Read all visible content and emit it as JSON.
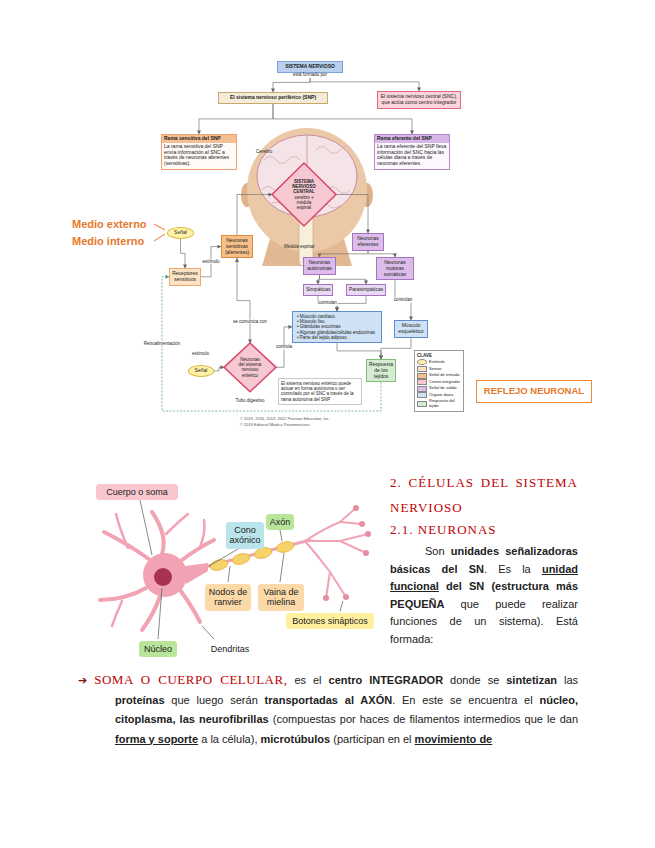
{
  "diagram": {
    "nodes": [
      {
        "text": [
          "SISTEMA NERVIOSO"
        ]
      },
      {
        "text": [
          "El sistema nervioso periférico (SNP)"
        ]
      },
      {
        "text": [
          "El sistema nervioso central (SNC), que actúa como centro integrador"
        ]
      },
      {
        "text": [
          "Rama sensitiva del SNP",
          "La rama sensitiva del SNP envía información al SNC a través de neuronas aferentes (sensitivas)."
        ]
      },
      {
        "text": [
          "Rama eferente del SNP",
          "La rama eferente del SNP lleva información del SNC hacia las células diana a través de neuronas eferentes."
        ]
      },
      {
        "text": [
          "Señal"
        ]
      },
      {
        "text": [
          "Neuronas sensitivas (aferentes)"
        ]
      },
      {
        "text": [
          "SISTEMA NERVIOSO CENTRAL",
          "cerebro + médula espinal"
        ]
      },
      {
        "text": [
          "Neuronas eferentes"
        ]
      },
      {
        "text": [
          "Receptores sensitivos"
        ]
      },
      {
        "text": [
          "Neuronas autónomas"
        ]
      },
      {
        "text": [
          "Neuronas motoras somáticas"
        ]
      },
      {
        "text": [
          "Simpáticas"
        ]
      },
      {
        "text": [
          "Parasimpáticas"
        ]
      },
      {
        "text": [
          "• Músculo cardíaco",
          "• Músculo liso",
          "• Glándulas exocrinas",
          "• Algunas glándulas/células endocrinas",
          "• Parte del tejido adiposo"
        ]
      },
      {
        "text": [
          "Músculo esquelético"
        ]
      },
      {
        "text": [
          "Señal"
        ]
      },
      {
        "text": [
          "Neuronas del sistema nervioso entérico"
        ]
      },
      {
        "text": [
          "El sistema nervioso entérico puede actuar en forma autónoma o ser controlado por el SNC a través de la rama autónoma del SNP"
        ]
      },
      {
        "text": [
          "Respuesta de los tejidos"
        ]
      },
      {
        "text": [
          "REFLEJO NEURONAL"
        ]
      },
      {
        "text": [
          "Cuerpo o soma"
        ]
      },
      {
        "text": [
          "Cono axónico"
        ]
      },
      {
        "text": [
          "Axón"
        ]
      },
      {
        "text": [
          "Nodos de ranvier"
        ]
      },
      {
        "text": [
          "Vaina de mielina"
        ]
      },
      {
        "text": [
          "Botones sinápticos"
        ]
      },
      {
        "text": [
          "Núcleo"
        ]
      },
      {
        "text": [
          "Dendritas"
        ]
      }
    ],
    "edges": [
      {
        "from": 0,
        "to": 1,
        "arrow": "to"
      },
      {
        "from": 0,
        "to": 2,
        "arrow": "to"
      },
      {
        "from": 1,
        "to": 3,
        "arrow": "to"
      },
      {
        "from": 1,
        "to": 4,
        "arrow": "to"
      },
      {
        "from": 5,
        "to": 9,
        "arrow": "to"
      },
      {
        "from": 9,
        "to": 6,
        "label": "estímulo",
        "arrow": "to"
      },
      {
        "from": 6,
        "to": 7,
        "arrow": "to"
      },
      {
        "from": 7,
        "to": 8,
        "arrow": "to"
      },
      {
        "from": 8,
        "to": 10,
        "arrow": "to"
      },
      {
        "from": 8,
        "to": 11,
        "arrow": "to"
      },
      {
        "from": 10,
        "to": 12,
        "arrow": "to"
      },
      {
        "from": 10,
        "to": 13,
        "arrow": "to"
      },
      {
        "from": 12,
        "to": 14,
        "label": "controlan",
        "arrow": "to"
      },
      {
        "from": 13,
        "to": 14,
        "arrow": "to"
      },
      {
        "from": 11,
        "to": 15,
        "label": "controlan",
        "arrow": "to"
      },
      {
        "from": 6,
        "to": 17,
        "label": "se comunica con",
        "arrow": "both"
      },
      {
        "from": 16,
        "to": 17,
        "arrow": "to"
      },
      {
        "from": 17,
        "to": 14,
        "label": "controla",
        "arrow": "to"
      },
      {
        "from": 14,
        "to": 19,
        "arrow": "to"
      },
      {
        "from": 15,
        "to": 19,
        "arrow": "to"
      },
      {
        "from": 19,
        "to": 9,
        "label": "Retroalimentación",
        "arrow": "to"
      }
    ],
    "labels": [
      "está formado por",
      "Medio externo",
      "Medio interno",
      "Cerebro",
      "Médula espinal",
      "estímulo",
      "Tubo digestivo",
      "CLAVE",
      "© 2019, 2016, 2013, 2012 Pearson Education, Inc.",
      "© 2019 Editorial Médica Panamericana",
      "2. CÉLULAS DEL SISTEMA NERVIOSO",
      "2.1. NEURONAS",
      "Son",
      "unidades señalizadoras básicas del SN",
      ". Es la",
      "unidad funcional",
      "del SN (estructura más PEQUEÑA",
      "que puede realizar funciones de un sistema). Está formada:",
      "➔",
      "SOMA O CUERPO CELULAR,",
      "es el",
      "centro INTEGRADOR",
      "donde se",
      "sintetizan",
      "las",
      "proteínas",
      "que luego serán",
      "transportadas al AXÓN",
      ". En este se encuentra el",
      "núcleo, citoplasma, las neurofibrillas",
      "(compuestas por haces de filamentos intermedios que le dan",
      "forma y soporte",
      "a la célula),",
      "microtúbulos",
      "(participan en el",
      "movimiento de"
    ],
    "legend": [
      {
        "text": "Estímulo",
        "color": "#fff2a8"
      },
      {
        "text": "Sensor",
        "color": "#fde3c6"
      },
      {
        "text": "Señal de entrada",
        "color": "#f7c08a"
      },
      {
        "text": "Centro integrador",
        "color": "#f6c9d2"
      },
      {
        "text": "Señal de salida",
        "color": "#dcbde9"
      },
      {
        "text": "Órgano diana",
        "color": "#cfe2f5"
      },
      {
        "text": "Respuesta del tejido",
        "color": "#d5ecd0"
      }
    ]
  }
}
